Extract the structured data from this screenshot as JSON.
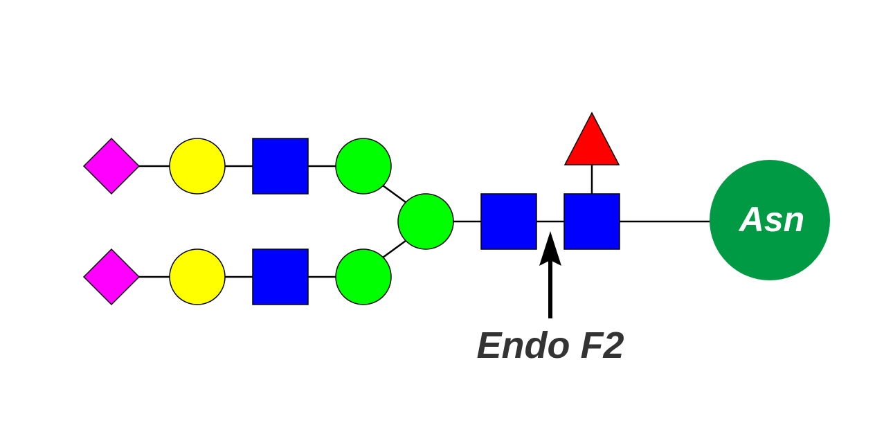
{
  "diagram": {
    "residue_label": "Asn",
    "enzyme_label": "Endo F2",
    "colors": {
      "sialic_acid": "#ff00ff",
      "galactose": "#ffff00",
      "glcnac": "#0000ff",
      "mannose": "#00ff00",
      "fucose": "#ff0000",
      "asn": "#009944",
      "line": "#000000",
      "enzyme_text": "#333333",
      "asn_text": "#ffffff"
    },
    "antennae": [
      {
        "sugars": [
          "sialic-acid-diamond",
          "galactose-circle",
          "glcnac-square",
          "mannose-circle"
        ]
      },
      {
        "sugars": [
          "sialic-acid-diamond",
          "galactose-circle",
          "glcnac-square",
          "mannose-circle"
        ]
      }
    ],
    "core": [
      "mannose-circle",
      "glcnac-square",
      "glcnac-square",
      "asn-circle"
    ],
    "fucose": "fucose-triangle"
  }
}
